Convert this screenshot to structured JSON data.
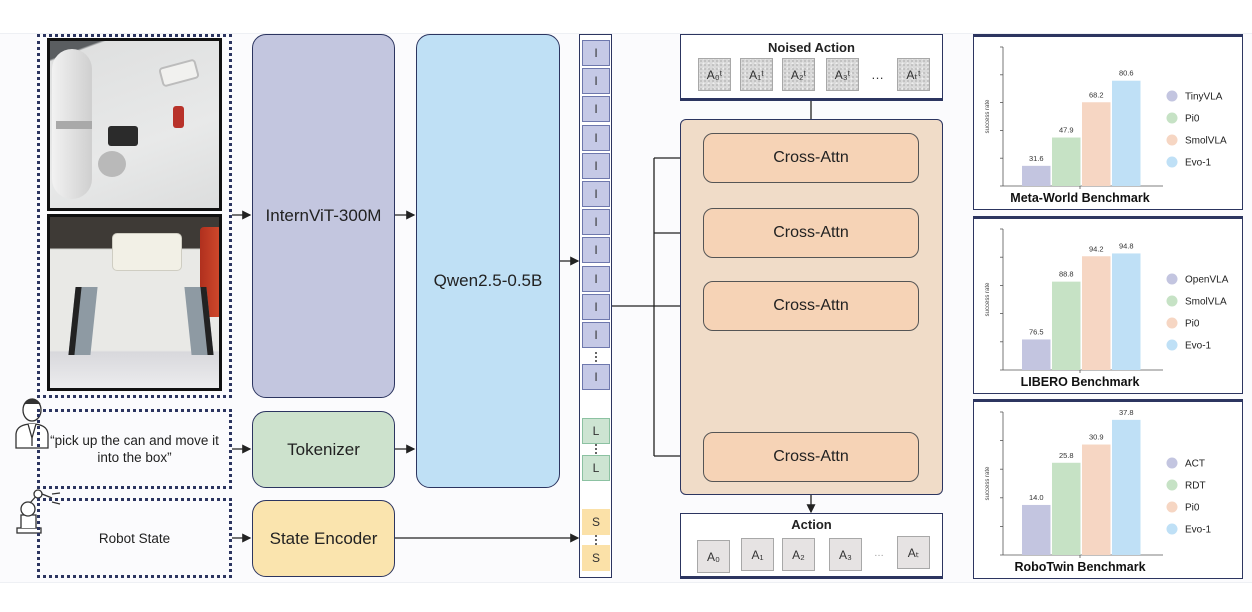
{
  "inputs": {
    "instruction_text": "“pick up the can and move it into the box”",
    "robot_state_label": "Robot State",
    "icons": [
      "person-icon",
      "robot-arm-icon"
    ]
  },
  "modules": {
    "vision_encoder": "InternViT-300M",
    "language_model": "Qwen2.5-0.5B",
    "tokenizer": "Tokenizer",
    "state_encoder": "State Encoder"
  },
  "tokens": {
    "image_token": "I",
    "language_token": "L",
    "state_token": "S"
  },
  "noised_action": {
    "title": "Noised Action",
    "cells": [
      "A₀ᵗ",
      "A₁ᵗ",
      "A₂ᵗ",
      "A₃ᵗ",
      "Aₜᵗ"
    ],
    "ellipsis": "…"
  },
  "cross_attn": {
    "blocks": [
      "Cross-Attn",
      "Cross-Attn",
      "Cross-Attn",
      "Cross-Attn"
    ]
  },
  "action": {
    "title": "Action",
    "cells": [
      "A₀",
      "A₁",
      "A₂",
      "A₃",
      "Aₜ"
    ],
    "ellipsis": "…"
  },
  "chart_data": [
    {
      "type": "bar",
      "title": "Meta-World Benchmark",
      "xlabel": "",
      "ylabel": "success rate",
      "categories": [
        "TinyVLA",
        "Pi0",
        "SmolVLA",
        "Evo-1"
      ],
      "values": [
        31.6,
        47.9,
        68.2,
        80.6
      ],
      "colors": [
        "#c3c5e0",
        "#c6e2c5",
        "#f6d6c3",
        "#bfe0f6"
      ],
      "ylim": [
        20,
        100
      ],
      "yticks": 5,
      "grid": false,
      "legend": "right"
    },
    {
      "type": "bar",
      "title": "LIBERO Benchmark",
      "xlabel": "",
      "ylabel": "success rate",
      "categories": [
        "OpenVLA",
        "SmolVLA",
        "Pi0",
        "Evo-1"
      ],
      "values": [
        76.5,
        88.8,
        94.2,
        94.8
      ],
      "colors": [
        "#c3c5e0",
        "#c6e2c5",
        "#f6d6c3",
        "#bfe0f6"
      ],
      "ylim": [
        70,
        100
      ],
      "yticks": 5,
      "grid": false,
      "legend": "right"
    },
    {
      "type": "bar",
      "title": "RoboTwin Benchmark",
      "xlabel": "",
      "ylabel": "success rate",
      "categories": [
        "ACT",
        "RDT",
        "Pi0",
        "Evo-1"
      ],
      "values": [
        14.0,
        25.8,
        30.9,
        37.8
      ],
      "colors": [
        "#c3c5e0",
        "#c6e2c5",
        "#f6d6c3",
        "#bfe0f6"
      ],
      "ylim": [
        0,
        40
      ],
      "yticks": 5,
      "grid": false,
      "legend": "right"
    }
  ]
}
